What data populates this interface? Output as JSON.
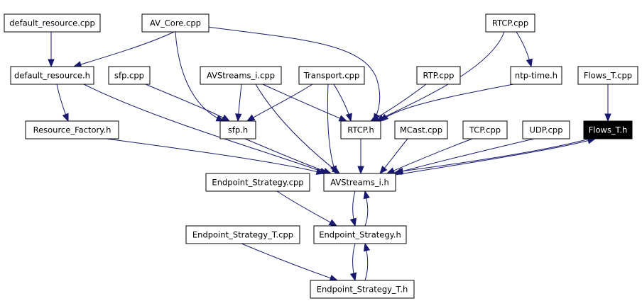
{
  "diagram": {
    "edge_color": "#191970",
    "highlight_node": "flows_t_h",
    "nodes": [
      {
        "id": "default_resource_cpp",
        "label": "default_resource.cpp"
      },
      {
        "id": "av_core_cpp",
        "label": "AV_Core.cpp"
      },
      {
        "id": "rtcp_cpp",
        "label": "RTCP.cpp"
      },
      {
        "id": "default_resource_h",
        "label": "default_resource.h"
      },
      {
        "id": "sfp_cpp",
        "label": "sfp.cpp"
      },
      {
        "id": "avstreams_i_cpp",
        "label": "AVStreams_i.cpp"
      },
      {
        "id": "transport_cpp",
        "label": "Transport.cpp"
      },
      {
        "id": "rtp_cpp",
        "label": "RTP.cpp"
      },
      {
        "id": "ntp_time_h",
        "label": "ntp-time.h"
      },
      {
        "id": "flows_t_cpp",
        "label": "Flows_T.cpp"
      },
      {
        "id": "resource_factory_h",
        "label": "Resource_Factory.h"
      },
      {
        "id": "sfp_h",
        "label": "sfp.h"
      },
      {
        "id": "rtcp_h",
        "label": "RTCP.h"
      },
      {
        "id": "mcast_cpp",
        "label": "MCast.cpp"
      },
      {
        "id": "tcp_cpp",
        "label": "TCP.cpp"
      },
      {
        "id": "udp_cpp",
        "label": "UDP.cpp"
      },
      {
        "id": "flows_t_h",
        "label": "Flows_T.h"
      },
      {
        "id": "endpoint_strategy_cpp",
        "label": "Endpoint_Strategy.cpp"
      },
      {
        "id": "avstreams_i_h",
        "label": "AVStreams_i.h"
      },
      {
        "id": "endpoint_strategy_t_cpp",
        "label": "Endpoint_Strategy_T.cpp"
      },
      {
        "id": "endpoint_strategy_h",
        "label": "Endpoint_Strategy.h"
      },
      {
        "id": "endpoint_strategy_t_h",
        "label": "Endpoint_Strategy_T.h"
      }
    ],
    "edges": [
      {
        "from": "default_resource_cpp",
        "to": "default_resource_h"
      },
      {
        "from": "av_core_cpp",
        "to": "default_resource_h"
      },
      {
        "from": "av_core_cpp",
        "to": "sfp_h"
      },
      {
        "from": "av_core_cpp",
        "to": "rtcp_h"
      },
      {
        "from": "rtcp_cpp",
        "to": "ntp_time_h"
      },
      {
        "from": "rtcp_cpp",
        "to": "rtcp_h"
      },
      {
        "from": "default_resource_h",
        "to": "resource_factory_h"
      },
      {
        "from": "default_resource_h",
        "to": "avstreams_i_h"
      },
      {
        "from": "sfp_cpp",
        "to": "sfp_h"
      },
      {
        "from": "avstreams_i_cpp",
        "to": "sfp_h"
      },
      {
        "from": "avstreams_i_cpp",
        "to": "rtcp_h"
      },
      {
        "from": "avstreams_i_cpp",
        "to": "avstreams_i_h"
      },
      {
        "from": "transport_cpp",
        "to": "sfp_h"
      },
      {
        "from": "transport_cpp",
        "to": "rtcp_h"
      },
      {
        "from": "transport_cpp",
        "to": "avstreams_i_h"
      },
      {
        "from": "rtp_cpp",
        "to": "rtcp_h"
      },
      {
        "from": "ntp_time_h",
        "to": "rtcp_h"
      },
      {
        "from": "flows_t_cpp",
        "to": "flows_t_h"
      },
      {
        "from": "resource_factory_h",
        "to": "avstreams_i_h"
      },
      {
        "from": "sfp_h",
        "to": "avstreams_i_h"
      },
      {
        "from": "rtcp_h",
        "to": "avstreams_i_h"
      },
      {
        "from": "mcast_cpp",
        "to": "avstreams_i_h"
      },
      {
        "from": "tcp_cpp",
        "to": "avstreams_i_h"
      },
      {
        "from": "udp_cpp",
        "to": "avstreams_i_h"
      },
      {
        "from": "flows_t_h",
        "to": "avstreams_i_h"
      },
      {
        "from": "avstreams_i_h",
        "to": "flows_t_h"
      },
      {
        "from": "endpoint_strategy_cpp",
        "to": "endpoint_strategy_h"
      },
      {
        "from": "avstreams_i_h",
        "to": "endpoint_strategy_h"
      },
      {
        "from": "endpoint_strategy_h",
        "to": "avstreams_i_h"
      },
      {
        "from": "endpoint_strategy_t_cpp",
        "to": "endpoint_strategy_t_h"
      },
      {
        "from": "endpoint_strategy_h",
        "to": "endpoint_strategy_t_h"
      },
      {
        "from": "endpoint_strategy_t_h",
        "to": "endpoint_strategy_h"
      }
    ]
  }
}
